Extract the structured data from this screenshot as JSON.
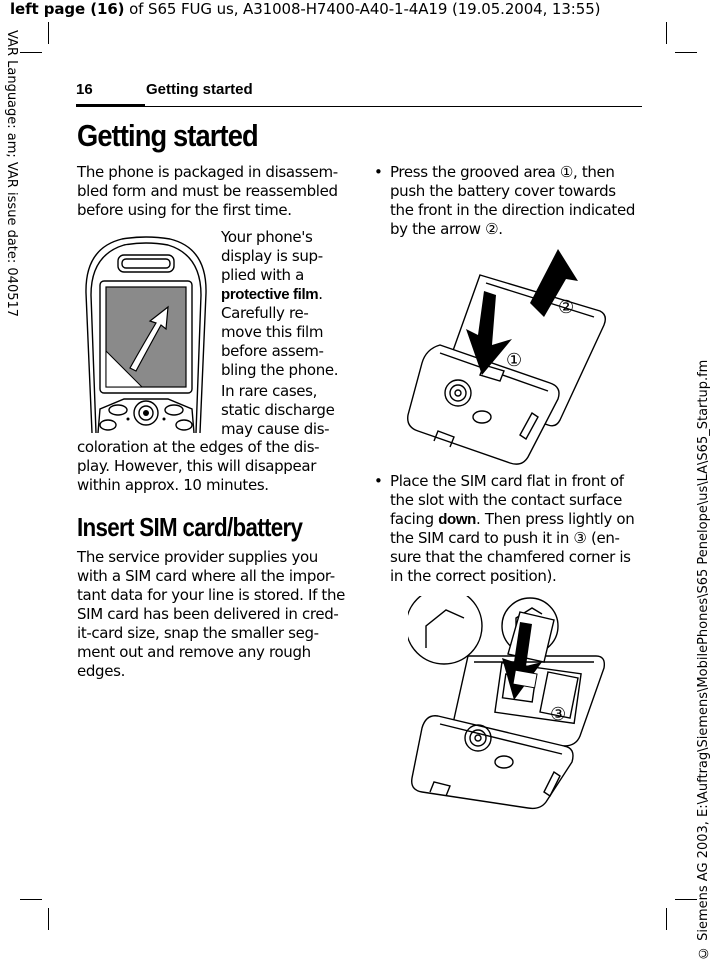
{
  "file_header": {
    "bold": "left page (16)",
    "rest": " of S65 FUG us, A31008-H7400-A40-1-4A19 (19.05.2004, 13:55)"
  },
  "side_left": "VAR Language: am; VAR issue date: 040517",
  "side_right": "© Siemens AG 2003, E:\\Auftrag\\Siemens\\MobilePhones\\S65 Penelope\\us\\LA\\S65_Startup.fm",
  "running_head": {
    "page_number": "16",
    "section": "Getting started"
  },
  "left_column": {
    "heading": "Getting started",
    "intro_lines": [
      "The phone is packaged in disassem-",
      "bled form and must be reassembled",
      "before using for the first time."
    ],
    "film_lines_a": [
      "Your phone's",
      "display is sup-",
      "plied with a"
    ],
    "film_bold": "protective film",
    "film_after_bold": ".",
    "film_lines_b": [
      "Carefully re-",
      "move this film",
      "before assem-",
      "bling the phone."
    ],
    "discharge_lines_narrow": [
      "In rare cases,",
      "static discharge",
      "may cause dis-"
    ],
    "discharge_lines_wide": [
      "coloration at the edges of the dis-",
      "play. However, this will disappear",
      "within approx. 10 minutes."
    ],
    "subheading": "Insert SIM card/battery",
    "sim_lines": [
      "The service provider supplies you",
      "with a SIM card where all the impor-",
      "tant data for your line is stored. If the",
      "SIM card has been delivered in cred-",
      "it-card size, snap the smaller seg-",
      "ment out and remove any rough",
      "edges."
    ]
  },
  "right_column": {
    "bullet_symbol": "•",
    "bullet1_lines": [
      "Press the grooved area ①, then",
      "push the battery cover towards",
      "the front in the direction indicated",
      "by the arrow ②."
    ],
    "bullet2_line1": "Place the SIM card flat in front of",
    "bullet2_line2": "the slot with the contact surface",
    "bullet2_line3_pre": "facing ",
    "bullet2_bold": "down",
    "bullet2_line3_post": ". Then press lightly on",
    "bullet2_lines_rest": [
      "the SIM card to push it in ③ (en-",
      "sure that the chamfered corner is",
      "in the correct position)."
    ]
  },
  "figures": {
    "label_1": "①",
    "label_2": "②",
    "label_3": "③"
  }
}
